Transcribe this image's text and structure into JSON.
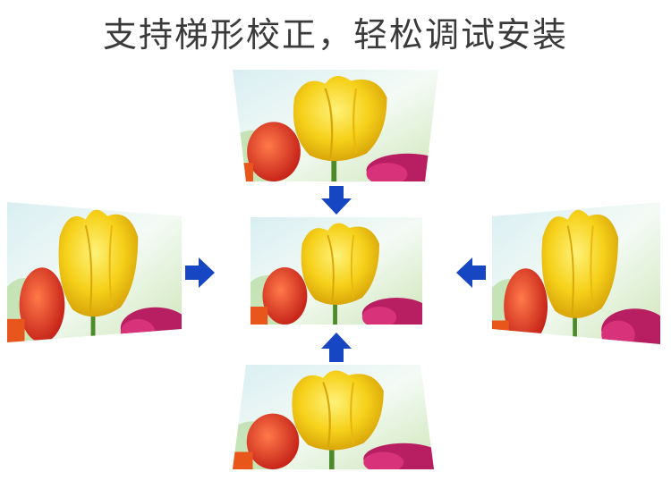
{
  "title": "支持梯形校正，轻松调试安装",
  "colors": {
    "arrow": "#1646c2",
    "tulip_yellow": "#f5d21c",
    "tulip_red": "#e0401f",
    "flower_magenta": "#c0206a"
  },
  "panels": [
    {
      "name": "keystone-top",
      "icon": "tulip-photo"
    },
    {
      "name": "keystone-left",
      "icon": "tulip-photo"
    },
    {
      "name": "corrected-center",
      "icon": "tulip-photo"
    },
    {
      "name": "keystone-right",
      "icon": "tulip-photo"
    },
    {
      "name": "keystone-bottom",
      "icon": "tulip-photo"
    }
  ]
}
